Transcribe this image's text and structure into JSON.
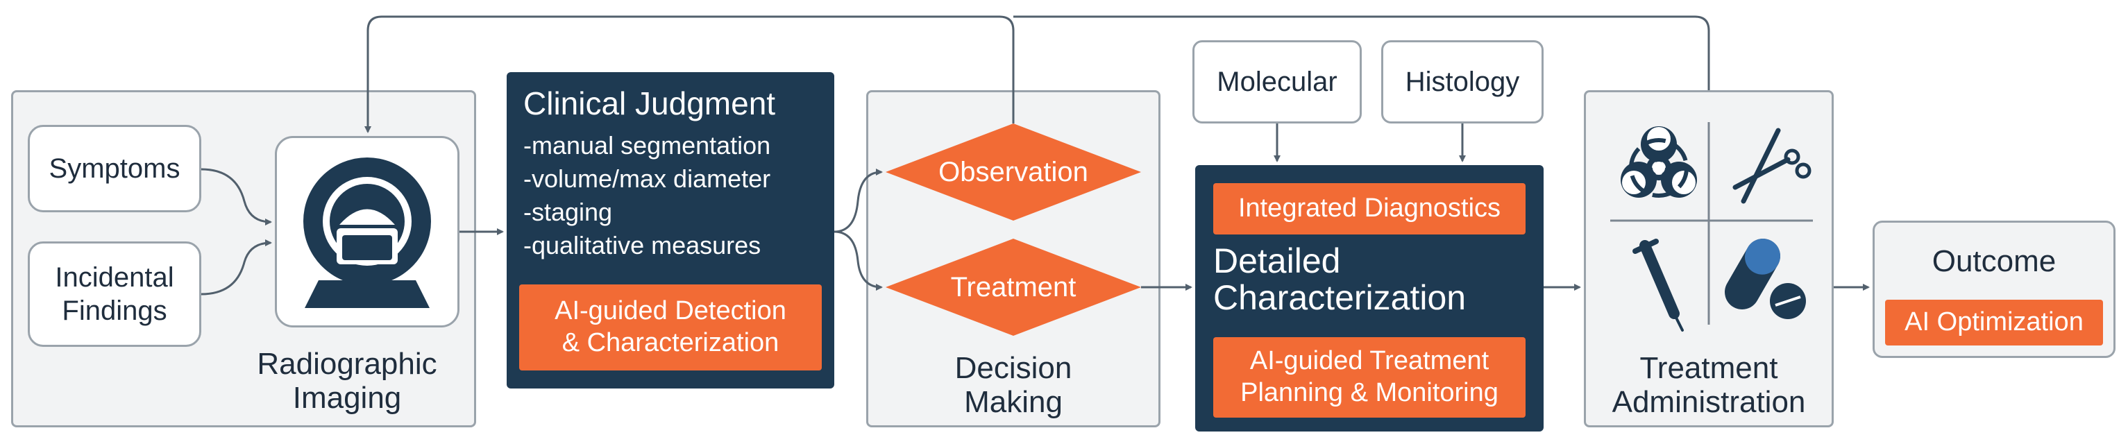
{
  "inputs": {
    "symptoms": "Symptoms",
    "incidental": "Incidental\nFindings"
  },
  "imaging": {
    "label": "Radiographic\nImaging"
  },
  "clinical": {
    "title": "Clinical Judgment",
    "bullets": [
      "-manual segmentation",
      "-volume/max diameter",
      "-staging",
      "-qualitative measures"
    ],
    "ai_label": "AI-guided Detection\n& Characterization"
  },
  "decision": {
    "observation": "Observation",
    "treatment": "Treatment",
    "label": "Decision\nMaking"
  },
  "characterization": {
    "molecular": "Molecular",
    "histology": "Histology",
    "integrated": "Integrated Diagnostics",
    "title": "Detailed\nCharacterization",
    "ai_label": "AI-guided Treatment\nPlanning & Monitoring"
  },
  "administration": {
    "label": "Treatment\nAdministration"
  },
  "outcome": {
    "title": "Outcome",
    "ai_label": "AI Optimization"
  },
  "colors": {
    "dark": "#1e3a52",
    "orange": "#f26b35",
    "panel": "#f2f3f4",
    "border": "#9aa3ab"
  },
  "icons": [
    "mri-scanner-icon",
    "biohazard-icon",
    "scalpel-scissors-icon",
    "syringe-icon",
    "pills-icon"
  ]
}
